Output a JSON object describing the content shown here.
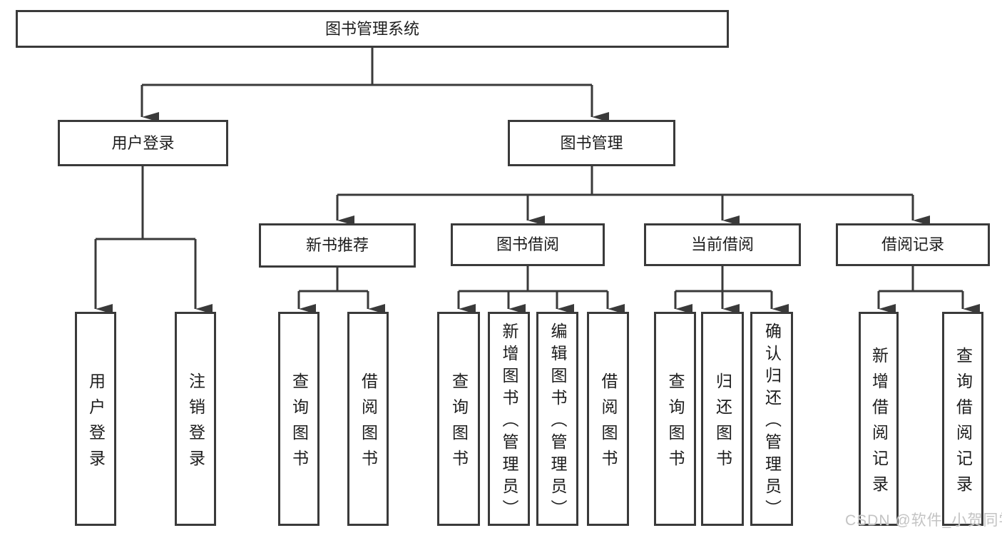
{
  "diagram": {
    "root": {
      "label": "图书管理系统"
    },
    "level2": [
      {
        "label": "用户登录"
      },
      {
        "label": "图书管理"
      }
    ],
    "level3": [
      {
        "label": "新书推荐"
      },
      {
        "label": "图书借阅"
      },
      {
        "label": "当前借阅"
      },
      {
        "label": "借阅记录"
      }
    ],
    "leaves": {
      "user_login": [
        "用户登录",
        "注销登录"
      ],
      "new_books": [
        "查询图书",
        "借阅图书"
      ],
      "book_borrow": [
        "查询图书",
        "新增图书（管理员）",
        "编辑图书（管理员）",
        "借阅图书"
      ],
      "current_borrow": [
        "查询图书",
        "归还图书",
        "确认归还（管理员）"
      ],
      "borrow_records": [
        "新增借阅记录",
        "查询借阅记录"
      ]
    }
  },
  "watermark": {
    "text": "CSDN @软件_小贺同学"
  },
  "colors": {
    "line": "#3a3a3a",
    "text": "#1d1d1d",
    "watermark": "#c3c3c3",
    "background": "#ffffff"
  }
}
